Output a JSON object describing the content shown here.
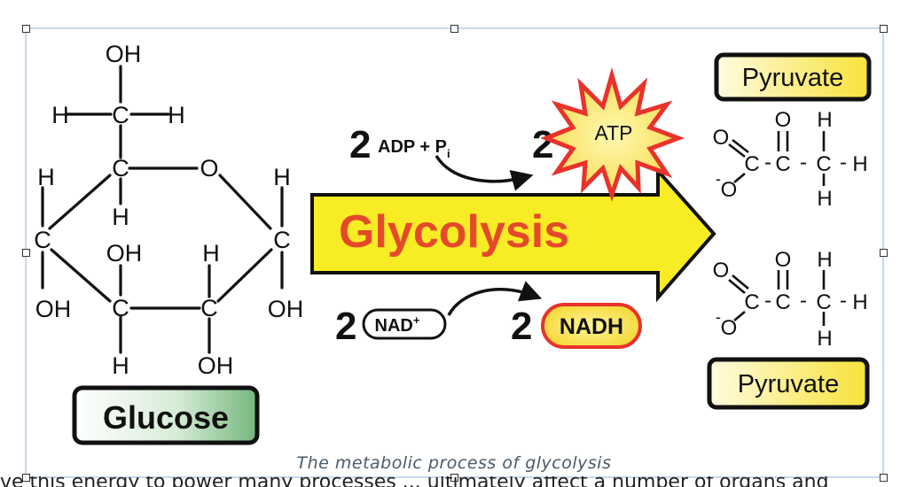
{
  "glucose": {
    "label": "Glucose",
    "atoms": {
      "oh_top": "OH",
      "h_c6_left": "H",
      "c6": "C",
      "h_c6_right": "H",
      "c5": "C",
      "ring_o": "O",
      "h_c5_left": "H",
      "h_c5_below": "H",
      "h_c1_above": "H",
      "c1": "C",
      "oh_c1": "OH",
      "c4": "C",
      "oh_c4": "OH",
      "oh_c3_up": "OH",
      "c3": "C",
      "h_c3_down": "H",
      "h_c2_up": "H",
      "c2": "C",
      "oh_c2_down": "OH"
    }
  },
  "reaction": {
    "arrow_label": "Glycolysis",
    "adp_coef": "2",
    "adp_text": "ADP + P",
    "adp_sub": "i",
    "atp_coef": "2",
    "atp_label": "ATP",
    "nad_coef": "2",
    "nad_text": "NAD",
    "nad_sup": "+",
    "nadh_coef": "2",
    "nadh_label": "NADH"
  },
  "pyruvate": {
    "top_label": "Pyruvate",
    "bottom_label": "Pyruvate",
    "atoms": {
      "o_dbl": "O",
      "o_mid": "O",
      "h_top": "H",
      "c_a": "C",
      "dash1": "-",
      "c_b": "C",
      "dash2": "-",
      "c_c": "C",
      "dash3": "-",
      "h_right": "H",
      "o_minus": "O",
      "minus": "-",
      "h_bottom": "H"
    }
  },
  "caption": "The metabolic process of glycolysis",
  "body_text_partial": "ve  this   energy   to   power  many   processes   ... ultimately   affect   a   number   of   organs   and"
}
